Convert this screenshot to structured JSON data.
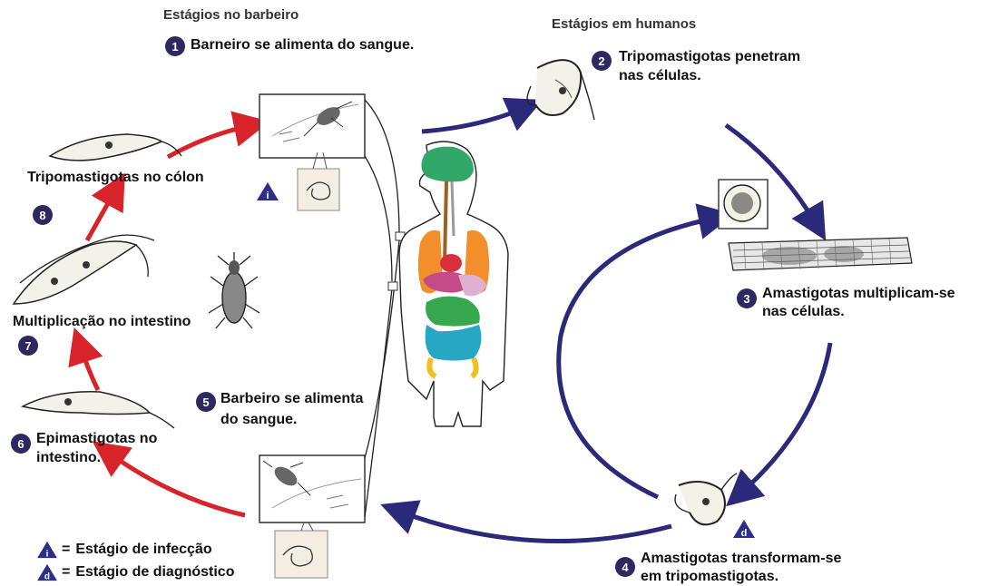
{
  "headers": {
    "vector": "Estágios no barbeiro",
    "human": "Estágios em humanos"
  },
  "steps": [
    {
      "number": "1",
      "text": "Barneiro se alimenta do sangue."
    },
    {
      "number": "2",
      "text_line1": "Tripomastigotas penetram",
      "text_line2": "nas células."
    },
    {
      "number": "3",
      "text_line1": "Amastigotas multiplicam-se",
      "text_line2": "nas células."
    },
    {
      "number": "4",
      "text_line1": "Amastigotas transformam-se",
      "text_line2": "em tripomastigotas."
    },
    {
      "number": "5",
      "text_line1": "Barbeiro se alimenta",
      "text_line2": "do sangue."
    },
    {
      "number": "6",
      "text_line1": "Epimastigotas no",
      "text_line2": "intestino."
    },
    {
      "number": "7",
      "text": "Multiplicação no intestino"
    },
    {
      "number": "8",
      "text": "Tripomastigotas no cólon"
    }
  ],
  "markers": {
    "infection_letter": "i",
    "diagnostic_letter": "d"
  },
  "legend": {
    "infection": "Estágio de infecção",
    "diagnostic": "Estágio de diagnóstico",
    "equals": "="
  },
  "colors": {
    "human_cycle_arrow": "#2b2a7a",
    "vector_cycle_arrow": "#d8232a",
    "number_badge": "#2c2860",
    "marker_triangle": "#2c2f8a"
  }
}
